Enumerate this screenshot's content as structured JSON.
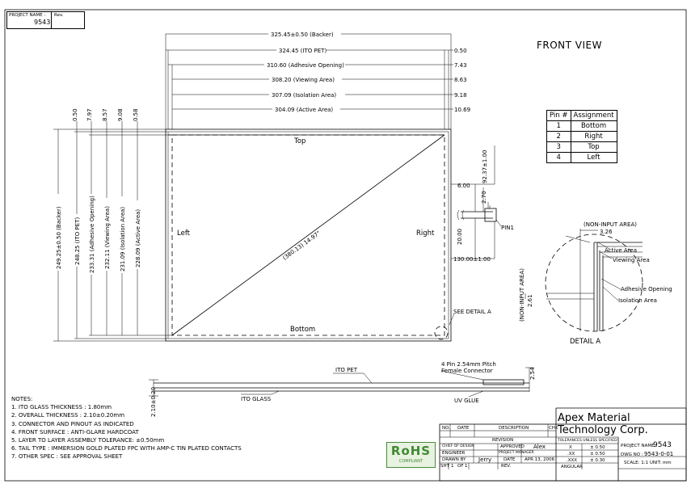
{
  "project_box": {
    "label": "PROJECT NAME :",
    "value": "9543",
    "rev_label": "Rev."
  },
  "front_view": "FRONT VIEW",
  "top_dims": {
    "backer": "325.45±0.50 (Backer)",
    "ito_pet": "324.45 (ITO PET)",
    "adhesive": "310.60 (Adhesive Opening)",
    "viewing": "308.20 (Viewing Area)",
    "isolation": "307.09 (Isolation Area)",
    "active": "304.09 (Active Area)"
  },
  "right_offsets": [
    "0.50",
    "7.43",
    "8.63",
    "9.18",
    "10.69"
  ],
  "left_offsets": [
    "0.50",
    "7.97",
    "8.57",
    "9.08",
    "0.58"
  ],
  "left_dims": {
    "backer": "249.25±0.50 (Backer)",
    "ito_pet": "248.25 (ITO PET)",
    "adhesive": "233.31 (Adhesive Opening)",
    "viewing": "232.11 (Viewing Area)",
    "isolation": "231.09 (Isolation Area)",
    "active": "228.09 (Active Area)"
  },
  "panel": {
    "top": "Top",
    "bottom": "Bottom",
    "left": "Left",
    "right": "Right",
    "diagonal": "(380.13) 14.97\""
  },
  "tail_dims": {
    "d1": "6.00",
    "d2": "2.70",
    "d3": "92.37±1.00",
    "d4": "20.00",
    "d5": "130.00±1.00",
    "pin1": "PIN1"
  },
  "see_detail": "SEE DETAIL A",
  "pin_table": {
    "headers": [
      "Pin #",
      "Assignment"
    ],
    "rows": [
      [
        "1",
        "Bottom"
      ],
      [
        "2",
        "Right"
      ],
      [
        "3",
        "Top"
      ],
      [
        "4",
        "Left"
      ]
    ]
  },
  "detail": {
    "non_input_top": "(NON-INPUT AREA)",
    "dim_top": "3.26",
    "non_input_left": "(NON-INPUT AREA)",
    "dim_left": "2.61",
    "active": "Active Area",
    "viewing": "Viewing Area",
    "adhesive": "Adhesive Opening",
    "isolation": "Isolation Area",
    "title": "DETAIL A"
  },
  "side_view": {
    "ito_pet": "ITO PET",
    "ito_glass": "ITO GLASS",
    "connector": "4 Pin 2.54mm Pitch",
    "connector2": "Female Connector",
    "uv_glue": "UV GLUE",
    "thickness_left": "2.10±0.20",
    "thickness_right": "2.54"
  },
  "notes": {
    "title": "NOTES:",
    "items": [
      "1. ITO GLASS THICKNESS : 1.80mm",
      "2. OVERALL THICKNESS : 2.10±0.20mm",
      "3. CONNECTOR AND PINOUT AS INDICATED",
      "4. FRONT SURFACE : ANTI-GLARE HARDCOAT",
      "5. LAYER TO LAYER ASSEMBLY TOLERANCE: ±0.50mm",
      "6. TAIL TYPE : IMMERSION GOLD PLATED FPC WITH AMP-C TIN PLATED CONTACTS",
      "7. OTHER SPEC : SEE APPROVAL SHEET"
    ]
  },
  "rohs": {
    "logo": "RoHS",
    "sub": "COMPLIANT"
  },
  "title_block": {
    "company": "Apex Material Technology Corp.",
    "no": "NO.",
    "date": "DATE",
    "description": "DESCRIPTION",
    "chk": "CHK",
    "revision": "REVISION",
    "chief": "CHIEF OF DESIGN",
    "approved": "APPROVED",
    "approver": "Alex",
    "engineer": "ENGINEER",
    "pm": "PROJECT MANAGER",
    "drawn": "DRAWN BY",
    "drawer": "Jerry",
    "date_label": "DATE",
    "date_value": "APR 13, 2006",
    "sht": "SHT",
    "sht_val": "1",
    "of": "OF",
    "of_val": "1",
    "rev": "REV.",
    "tol_header": "TOLERANCES UNLESS SPECIFIED",
    "tol": [
      [
        "X",
        "± 0.50"
      ],
      [
        ".XX",
        "± 0.50"
      ],
      [
        ".XXX",
        "± 0.30"
      ]
    ],
    "angular": "ANGULAR",
    "project_label": "PROJECT NAME :",
    "project_value": "9543",
    "dwg_label": "DWG NO :",
    "dwg_value": "9543-0-01",
    "scale": "SCALE: 1:1   UNIT: mm"
  }
}
